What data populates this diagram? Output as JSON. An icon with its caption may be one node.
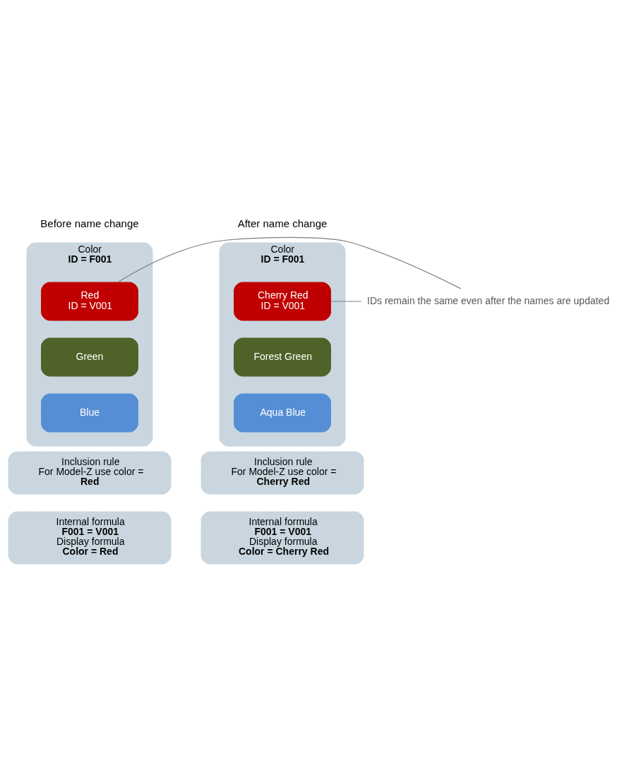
{
  "diagram": {
    "nodes": [
      {
        "text": [
          "Color",
          "ID = F001"
        ]
      },
      {
        "text": [
          "Red",
          "ID = V001"
        ],
        "in": 0
      },
      {
        "text": [
          "Green"
        ],
        "in": 0
      },
      {
        "text": [
          "Blue"
        ],
        "in": 0
      },
      {
        "text": [
          "IDs remain the same even after the names are updated"
        ]
      },
      {
        "text": [
          "Color",
          "ID = F001"
        ]
      },
      {
        "text": [
          "Cherry Red",
          "ID = V001"
        ],
        "in": 5
      },
      {
        "text": [
          "Forest Green"
        ],
        "in": 5
      },
      {
        "text": [
          "Aqua Blue"
        ],
        "in": 5
      },
      {
        "text": [
          "Inclusion rule",
          "For Model-Z use color =",
          "Red"
        ]
      },
      {
        "text": [
          "Internal formula",
          "F001 = V001",
          "Display formula",
          "Color = Red"
        ]
      },
      {
        "text": [
          "Inclusion rule",
          "For Model-Z use color =",
          "Cherry Red"
        ]
      },
      {
        "text": [
          "Internal formula",
          "F001 = V001",
          "Display formula",
          "Color = Cherry Red"
        ]
      }
    ],
    "edges": [
      {
        "from": 4,
        "to": 1,
        "arrow": "none"
      },
      {
        "from": 4,
        "to": 6,
        "arrow": "none"
      }
    ],
    "labels": [
      "Before name change",
      "After name change"
    ]
  }
}
